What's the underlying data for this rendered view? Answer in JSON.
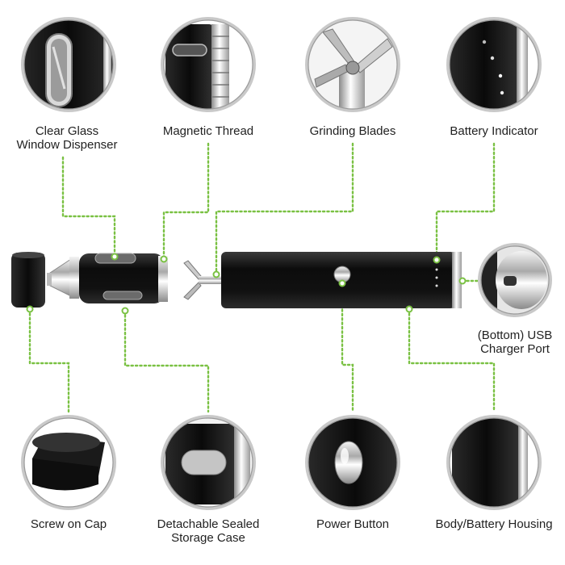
{
  "labels": {
    "clear_glass": "Clear Glass\nWindow Dispenser",
    "magnetic_thread": "Magnetic Thread",
    "grinding_blades": "Grinding Blades",
    "battery_indicator": "Battery Indicator",
    "usb_port": "(Bottom) USB\nCharger Port",
    "screw_cap": "Screw on Cap",
    "storage_case": "Detachable Sealed\nStorage Case",
    "power_button": "Power Button",
    "body_housing": "Body/Battery Housing"
  },
  "colors": {
    "leader": "#7ac143",
    "body": "#151515",
    "chrome": "#c8c8c8",
    "ring": "#c9c9c9"
  }
}
